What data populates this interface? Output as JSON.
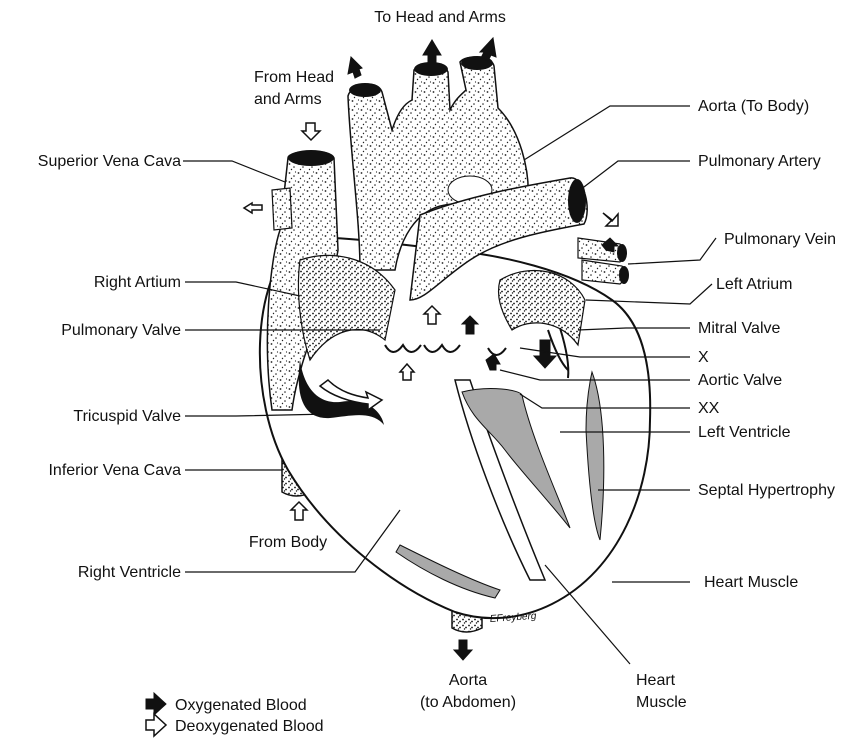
{
  "labels": {
    "to_head_arms": "To Head and Arms",
    "from_head_arms_1": "From Head",
    "from_head_arms_2": "and Arms",
    "superior_vena_cava": "Superior Vena Cava",
    "right_atrium": "Right Artium",
    "pulmonary_valve": "Pulmonary Valve",
    "tricuspid_valve": "Tricuspid Valve",
    "inferior_vena_cava": "Inferior Vena Cava",
    "from_body": "From Body",
    "right_ventricle": "Right Ventricle",
    "aorta_to_body": "Aorta (To Body)",
    "pulmonary_artery": "Pulmonary Artery",
    "pulmonary_vein": "Pulmonary Vein",
    "left_atrium": "Left Atrium",
    "mitral_valve": "Mitral Valve",
    "x": "X",
    "aortic_valve": "Aortic Valve",
    "xx": "XX",
    "left_ventricle": "Left Ventricle",
    "septal_hypertrophy": "Septal Hypertrophy",
    "heart_muscle_right": "Heart Muscle",
    "aorta_abdomen_1": "Aorta",
    "aorta_abdomen_2": "(to Abdomen)",
    "heart_muscle_bottom_1": "Heart",
    "heart_muscle_bottom_2": "Muscle"
  },
  "legend": {
    "oxygenated": "Oxygenated Blood",
    "deoxygenated": "Deoxygenated Blood"
  },
  "colors": {
    "ink": "#111111",
    "hypertrophy": "#a9a9a9",
    "background": "#ffffff"
  },
  "icons": {
    "oxygenated": "filled-arrow-icon",
    "deoxygenated": "outline-arrow-icon"
  }
}
